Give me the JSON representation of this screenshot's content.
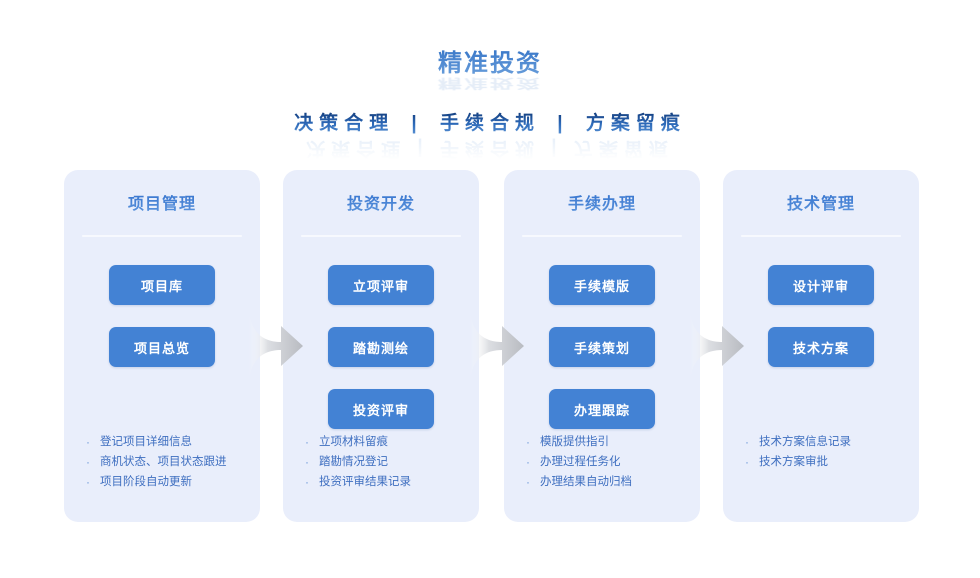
{
  "header": {
    "main_title": "精准投资",
    "subtitle_parts": [
      "决策合理",
      "|",
      "手续合规",
      "|",
      "方案留痕"
    ],
    "subtitle_plain": "决 策 合 理  |  手 续 合 规  |  方 案 留 痕"
  },
  "colors": {
    "title_dark": "#1b4f9c",
    "title_light": "#6ea2dd",
    "card_bg": "#e9eefb",
    "button_bg": "#4382d4",
    "button_text": "#ffffff",
    "bullet_text": "#3f6fc0",
    "arrow_gray": "#c9cbd0",
    "page_bg": "#ffffff"
  },
  "flow": {
    "arrow_icons": [
      "arrow-right-icon",
      "arrow-right-icon",
      "arrow-right-icon"
    ],
    "columns": [
      {
        "title": "项目管理",
        "buttons": [
          "项目库",
          "项目总览"
        ],
        "bullets": [
          "登记项目详细信息",
          "商机状态、项目状态跟进",
          "项目阶段自动更新"
        ],
        "bullet_marker": "·"
      },
      {
        "title": "投资开发",
        "buttons": [
          "立项评审",
          "踏勘测绘",
          "投资评审"
        ],
        "bullets": [
          "立项材料留痕",
          "踏勘情况登记",
          "投资评审结果记录"
        ],
        "bullet_marker": "·"
      },
      {
        "title": "手续办理",
        "buttons": [
          "手续模版",
          "手续策划",
          "办理跟踪"
        ],
        "bullets": [
          "模版提供指引",
          "办理过程任务化",
          "办理结果自动归档"
        ],
        "bullet_marker": "·"
      },
      {
        "title": "技术管理",
        "buttons": [
          "设计评审",
          "技术方案"
        ],
        "bullets": [
          "技术方案信息记录",
          "技术方案审批"
        ],
        "bullet_marker": "·"
      }
    ]
  }
}
